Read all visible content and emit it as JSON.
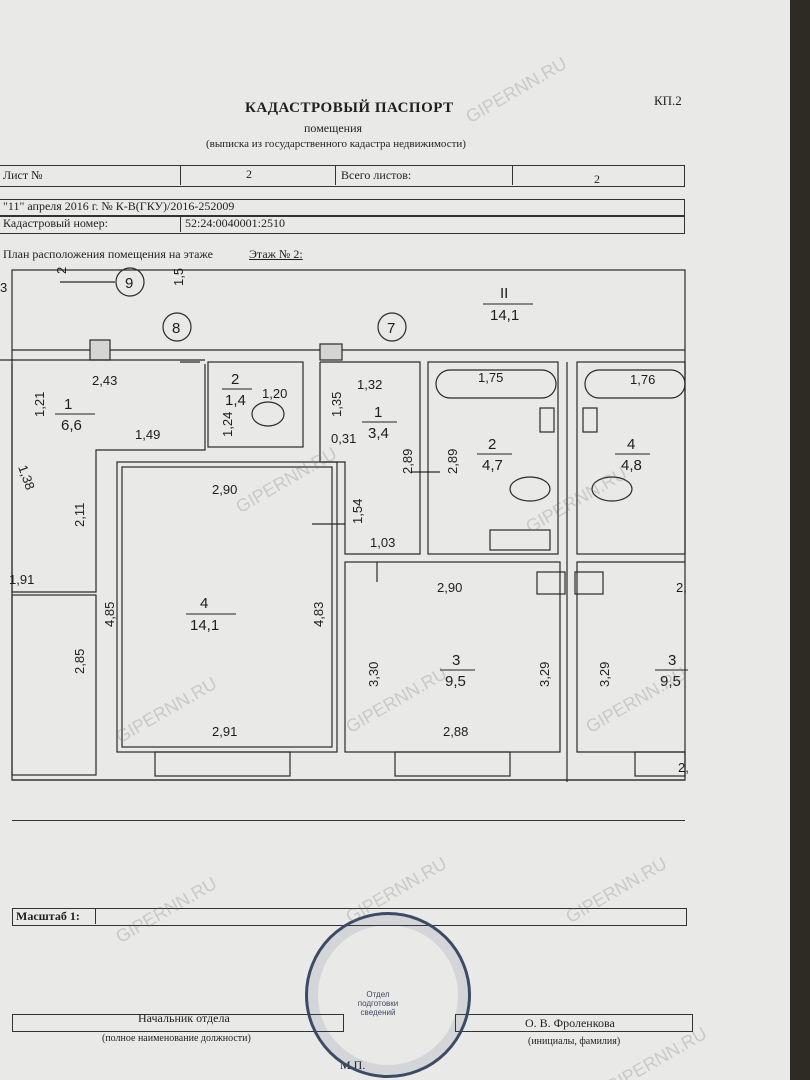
{
  "header": {
    "title": "КАДАСТРОВЫЙ ПАСПОРТ",
    "subtitle": "помещения",
    "note": "(выписка из государственного кадастра недвижимости)",
    "page_code": "КП.2"
  },
  "sheet": {
    "sheet_label": "Лист №",
    "sheet_no": "2",
    "total_label": "Всего листов:",
    "total_no": "2"
  },
  "record": {
    "date_line": "\"11\" апреля 2016 г. № К-В(ГКУ)/2016-252009",
    "cad_label": "Кадастровый номер:",
    "cad_value": "52:24:0040001:2510"
  },
  "plan": {
    "caption_prefix": "План расположения помещения на этаже",
    "caption_floor": "Этаж № 2:",
    "rooms": [
      {
        "num": "II",
        "area": "14,1"
      },
      {
        "num": "1",
        "area": "6,6"
      },
      {
        "num": "2",
        "area": "1,4"
      },
      {
        "num": "1",
        "area": "3,4"
      },
      {
        "num": "2",
        "area": "4,7"
      },
      {
        "num": "4",
        "area": "4,8"
      },
      {
        "num": "4",
        "area": "14,1"
      },
      {
        "num": "3",
        "area": "9,5"
      },
      {
        "num": "3",
        "area": "9,5"
      }
    ],
    "circles": [
      "9",
      "8",
      "7"
    ],
    "dims": [
      "2,43",
      "1,21",
      "1,49",
      "1,38",
      "2,11",
      "1,91",
      "2,85",
      "1,20",
      "1,24",
      "1,32",
      "1,35",
      "0,31",
      "2,89",
      "2,89",
      "1,54",
      "1,03",
      "1,75",
      "1,76",
      "2,90",
      "4,85",
      "4,83",
      "2,91",
      "2,90",
      "3,30",
      "3,29",
      "2,88",
      "3,29",
      "2,",
      "2,",
      "2",
      "1,5",
      "3"
    ]
  },
  "scale": {
    "label": "Масштаб 1:"
  },
  "footer": {
    "position": "Начальник отдела",
    "position_caption": "(полное наименование должности)",
    "name": "О. В. Фроленкова",
    "name_caption": "(инициалы, фамилия)",
    "mp": "М.П."
  },
  "stamp": {
    "inner": "Отдел подготовки сведений"
  },
  "watermark": "GIPERNN.RU"
}
